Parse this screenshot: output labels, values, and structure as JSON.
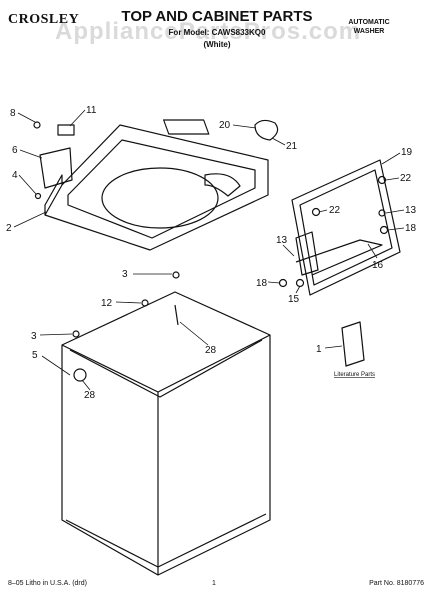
{
  "header": {
    "brand": "CROSLEY",
    "title": "TOP AND CABINET PARTS",
    "model": "For Model: CAWS833KQ0",
    "color": "(White)",
    "product_type": "AUTOMATIC WASHER",
    "watermark": "AppliancePartsPros.com"
  },
  "callouts": [
    "8",
    "11",
    "6",
    "4",
    "2",
    "20",
    "21",
    "19",
    "22",
    "22",
    "13",
    "18",
    "16",
    "13",
    "18",
    "15",
    "3",
    "12",
    "28",
    "3",
    "5",
    "28",
    "1"
  ],
  "literature_label": "Literature Parts",
  "footer": {
    "left": "8–05 Litho in U.S.A. (drd)",
    "page": "1",
    "right": "Part No. 8180776"
  }
}
